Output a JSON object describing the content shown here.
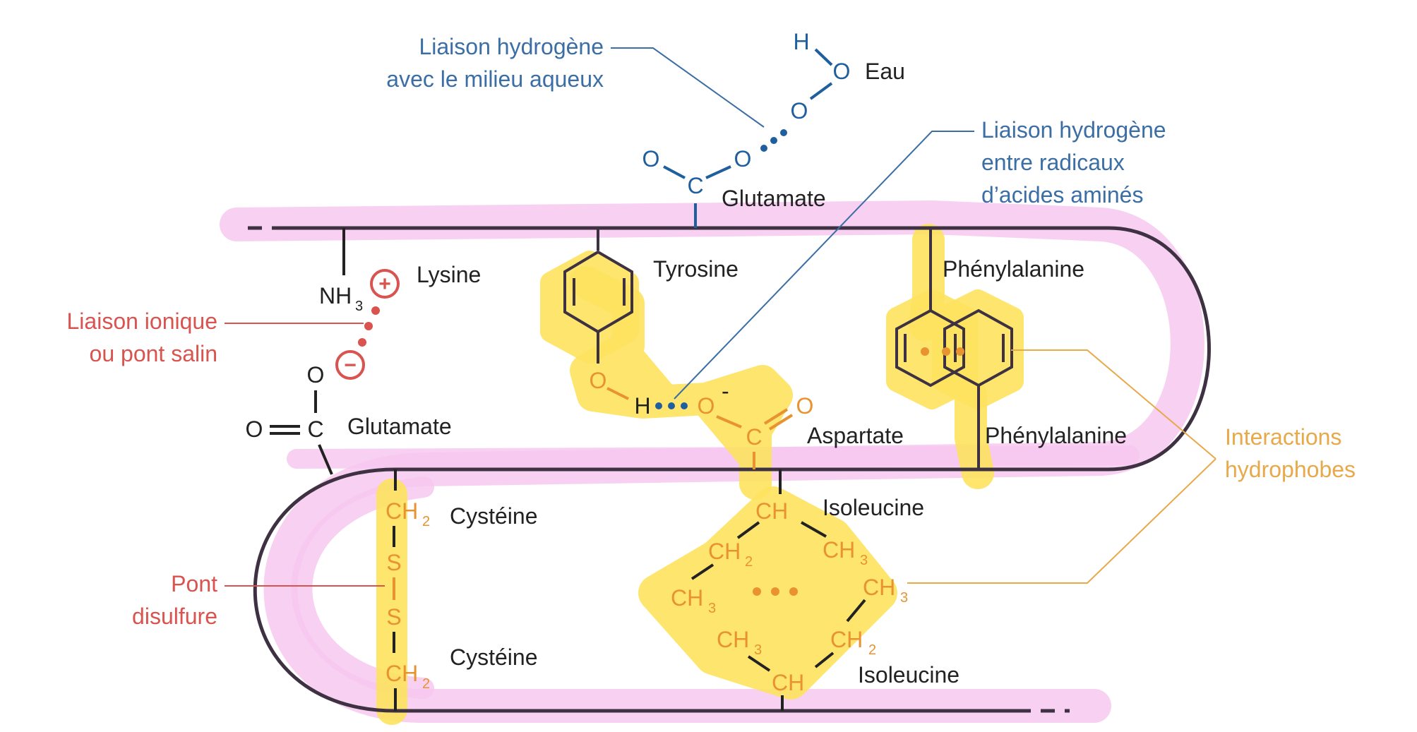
{
  "labels": {
    "hbond_water_line1": "Liaison hydrogène",
    "hbond_water_line2": "avec le milieu aqueux",
    "water": "Eau",
    "hbond_radicals_line1": "Liaison hydrogène",
    "hbond_radicals_line2": "entre radicaux",
    "hbond_radicals_line3": "d’acides aminés",
    "ionic_line1": "Liaison ionique",
    "ionic_line2": "ou pont salin",
    "disulfide_line1": "Pont",
    "disulfide_line2": "disulfure",
    "hydrophobic_line1": "Interactions",
    "hydrophobic_line2": "hydrophobes"
  },
  "residues": {
    "glutamate_top": "Glutamate",
    "lysine": "Lysine",
    "glutamate_left": "Glutamate",
    "tyrosine": "Tyrosine",
    "aspartate": "Aspartate",
    "phenylalanine_top": "Phénylalanine",
    "phenylalanine_bottom": "Phénylalanine",
    "cysteine_top": "Cystéine",
    "cysteine_bottom": "Cystéine",
    "isoleucine_top": "Isoleucine",
    "isoleucine_bottom": "Isoleucine"
  },
  "atoms": {
    "H": "H",
    "O": "O",
    "C": "C",
    "S": "S",
    "NH": "NH",
    "CH": "CH",
    "sub2": "2",
    "sub3": "3",
    "plus": "+",
    "minus": "−",
    "minus_sup": "-"
  },
  "colors": {
    "backbone": "#3d3142",
    "blue_label": "#3a6ea5",
    "red_label": "#d9534f",
    "orange_label": "#e8a94a",
    "yellow_highlight": "#fde35f",
    "pink_highlight": "#f7c8f0"
  }
}
